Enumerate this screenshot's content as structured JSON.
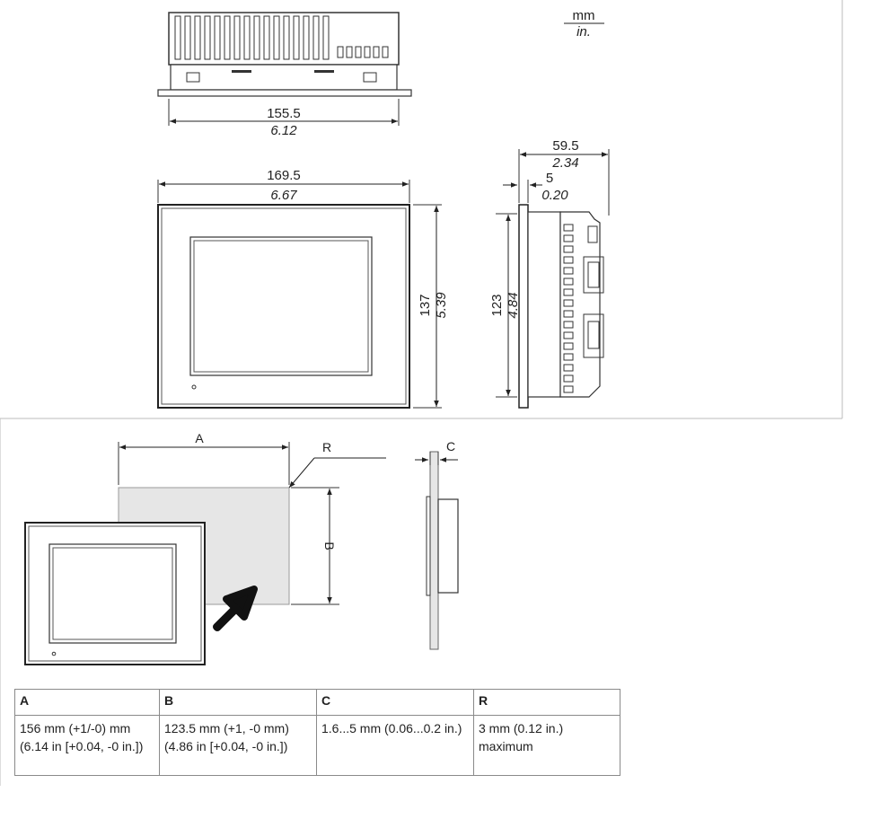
{
  "units": {
    "top": "mm",
    "bottom": "in."
  },
  "top_view": {
    "width_mm": "155.5",
    "width_in": "6.12"
  },
  "front_view": {
    "width_mm": "169.5",
    "width_in": "6.67",
    "height_mm": "137",
    "height_in": "5.39"
  },
  "side_view": {
    "depth_mm": "59.5",
    "depth_in": "2.34",
    "bezel_mm": "5",
    "bezel_in": "0.20",
    "height_mm": "123",
    "height_in": "4.84"
  },
  "cutout": {
    "label_a": "A",
    "label_b": "B",
    "label_c": "C",
    "label_r": "R"
  },
  "table": {
    "headers": [
      "A",
      "B",
      "C",
      "R"
    ],
    "row": [
      "156 mm (+1/-0) mm (6.14 in [+0.04, -0 in.])",
      "123.5 mm (+1, -0 mm) (4.86 in [+0.04, -0 in.])",
      "1.6...5 mm (0.06...0.2 in.)",
      "3 mm (0.12 in.) maximum"
    ]
  }
}
